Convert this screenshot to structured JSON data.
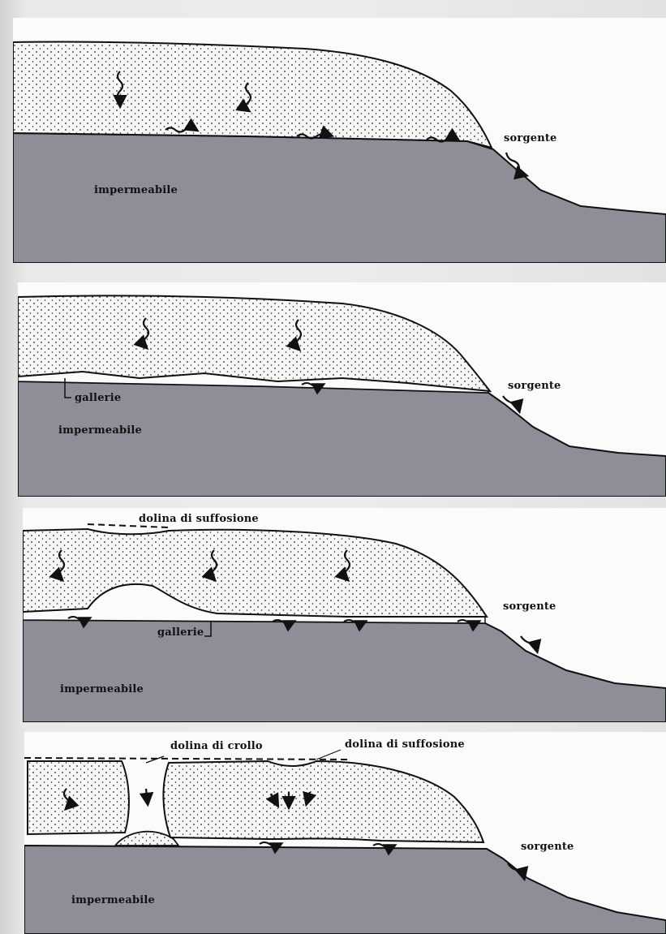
{
  "colors": {
    "impermeable_fill": "#8d8e98",
    "sand_fill": "#f7f7f5",
    "outline": "#111111",
    "paper": "#fbfbfb"
  },
  "panels": [
    {
      "sorgente": "sorgente",
      "impermeabile": "impermeabile"
    },
    {
      "sorgente": "sorgente",
      "impermeabile": "impermeabile",
      "gallerie": "gallerie"
    },
    {
      "sorgente": "sorgente",
      "impermeabile": "impermeabile",
      "gallerie": "gallerie",
      "dolina_suffosione": "dolina di suffosione"
    },
    {
      "sorgente": "sorgente",
      "impermeabile": "impermeabile",
      "dolina_crollo": "dolina di crollo",
      "dolina_suffosione": "dolina di suffosione"
    }
  ],
  "icons": [
    "infiltration-arrow-icon",
    "groundwater-flow-arrow-icon",
    "spring-outflow-arrow-icon"
  ]
}
